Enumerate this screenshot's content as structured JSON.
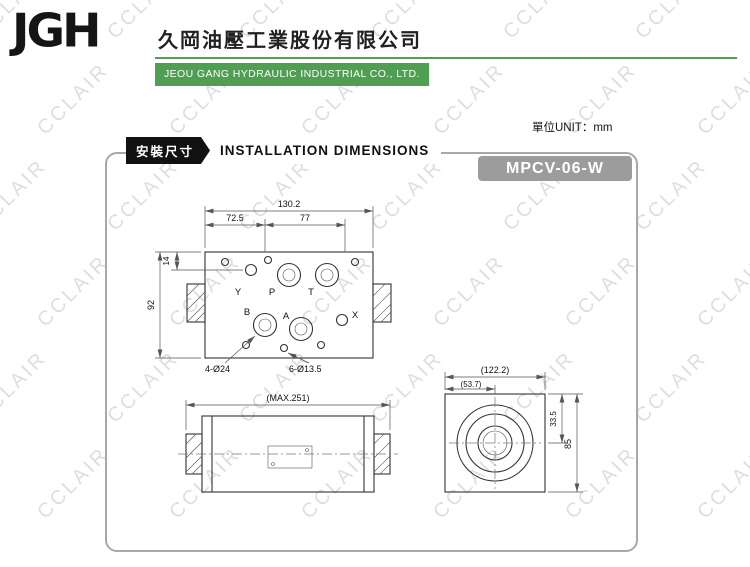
{
  "header": {
    "logo_text": "JGH",
    "company_name_zh": "久岡油壓工業股份有限公司",
    "company_name_en": "JEOU GANG HYDRAULIC INDUSTRIAL CO., LTD."
  },
  "page": {
    "unit_label": "單位UNIT：mm",
    "section_label_zh": "安裝尺寸",
    "section_title_en": "INSTALLATION DIMENSIONS",
    "model": "MPCV-06-W",
    "watermark_text": "CCLAIR"
  },
  "colors": {
    "brand_green": "#4f9e52",
    "badge_gray": "#9c9c9c",
    "line_dark": "#333333",
    "watermark_gray": "#d7d7d7"
  },
  "drawing": {
    "top_view": {
      "ports": [
        "Y",
        "P",
        "T",
        "B",
        "A",
        "X"
      ],
      "dim_total_width": "130.2",
      "dim_left": "72.5",
      "dim_right": "77",
      "dim_top": "14",
      "dim_height": "92",
      "label_big_holes": "4-Ø24",
      "label_small_holes": "6-Ø13.5"
    },
    "side_view": {
      "dim_length": "(MAX.251)"
    },
    "end_view": {
      "dim_width": "(122.2)",
      "dim_center_offset": "(53.7)",
      "dim_top_to_center": "33.5",
      "dim_height": "85"
    }
  }
}
